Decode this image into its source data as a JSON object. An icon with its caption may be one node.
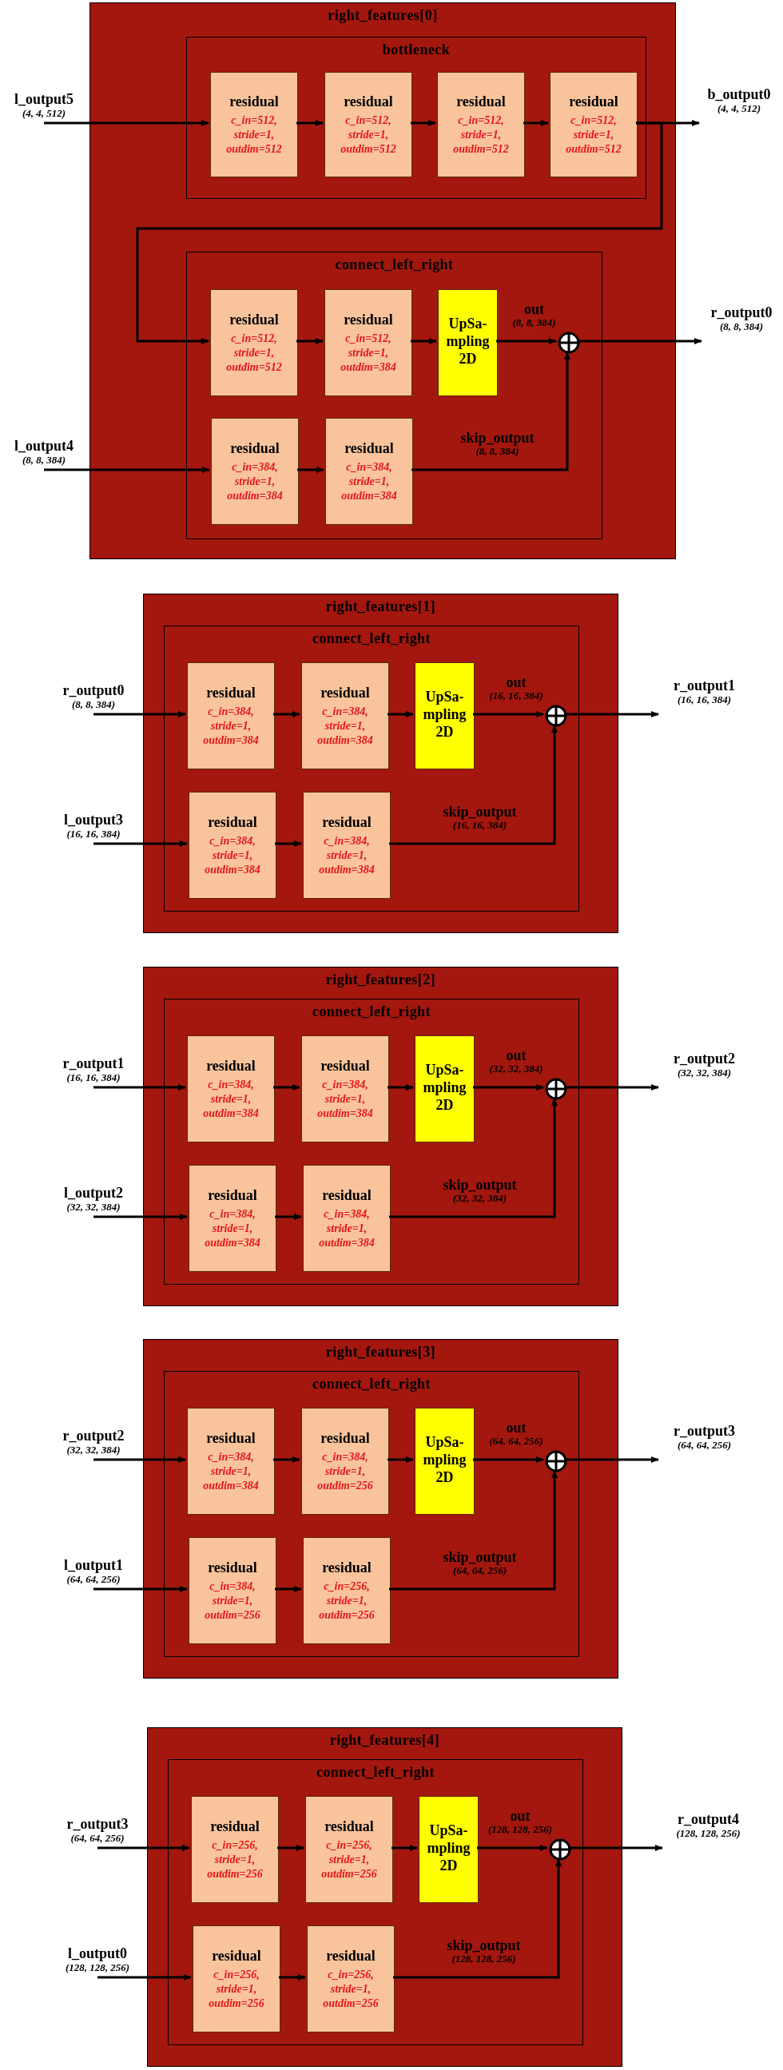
{
  "diagram": {
    "nodes": [
      {
        "text": [
          "right_features[0]"
        ]
      },
      {
        "text": [
          "bottleneck"
        ],
        "in": 0
      },
      {
        "text": [
          "residual",
          "c_in=512, stride=1, outdim=512"
        ],
        "in": 1
      },
      {
        "text": [
          "residual",
          "c_in=512, stride=1, outdim=512"
        ],
        "in": 1
      },
      {
        "text": [
          "residual",
          "c_in=512, stride=1, outdim=512"
        ],
        "in": 1
      },
      {
        "text": [
          "residual",
          "c_in=512, stride=1, outdim=512"
        ],
        "in": 1
      },
      {
        "text": [
          "connect_left_right"
        ],
        "in": 0
      },
      {
        "text": [
          "residual",
          "c_in=512, stride=1, outdim=512"
        ],
        "in": 6
      },
      {
        "text": [
          "residual",
          "c_in=512, stride=1, outdim=384"
        ],
        "in": 6
      },
      {
        "text": [
          "UpSa- mpling 2D"
        ],
        "in": 6
      },
      {
        "text": [
          "residual",
          "c_in=384, stride=1, outdim=384"
        ],
        "in": 6
      },
      {
        "text": [
          "residual",
          "c_in=384, stride=1, outdim=384"
        ],
        "in": 6
      },
      {
        "text": [],
        "shape": "circle",
        "in": 6
      },
      {
        "text": [
          "l_output5",
          "(4, 4, 512)"
        ]
      },
      {
        "text": [
          "b_output0",
          "(4, 4, 512)"
        ]
      },
      {
        "text": [
          "l_output4",
          "(8, 8, 384)"
        ]
      },
      {
        "text": [
          "r_output0",
          "(8, 8, 384)"
        ]
      },
      {
        "text": [
          "right_features[1]"
        ]
      },
      {
        "text": [
          "connect_left_right"
        ],
        "in": 17
      },
      {
        "text": [
          "residual",
          "c_in=384, stride=1, outdim=384"
        ],
        "in": 18
      },
      {
        "text": [
          "residual",
          "c_in=384, stride=1, outdim=384"
        ],
        "in": 18
      },
      {
        "text": [
          "UpSa- mpling 2D"
        ],
        "in": 18
      },
      {
        "text": [
          "residual",
          "c_in=384, stride=1, outdim=384"
        ],
        "in": 18
      },
      {
        "text": [
          "residual",
          "c_in=384, stride=1, outdim=384"
        ],
        "in": 18
      },
      {
        "text": [],
        "shape": "circle",
        "in": 18
      },
      {
        "text": [
          "r_output0",
          "(8, 8, 384)"
        ]
      },
      {
        "text": [
          "l_output3",
          "(16, 16, 384)"
        ]
      },
      {
        "text": [
          "r_output1",
          "(16, 16, 384)"
        ]
      },
      {
        "text": [
          "right_features[2]"
        ]
      },
      {
        "text": [
          "connect_left_right"
        ],
        "in": 28
      },
      {
        "text": [
          "residual",
          "c_in=384, stride=1, outdim=384"
        ],
        "in": 29
      },
      {
        "text": [
          "residual",
          "c_in=384, stride=1, outdim=384"
        ],
        "in": 29
      },
      {
        "text": [
          "UpSa- mpling 2D"
        ],
        "in": 29
      },
      {
        "text": [
          "residual",
          "c_in=384, stride=1, outdim=384"
        ],
        "in": 29
      },
      {
        "text": [
          "residual",
          "c_in=384, stride=1, outdim=384"
        ],
        "in": 29
      },
      {
        "text": [],
        "shape": "circle",
        "in": 29
      },
      {
        "text": [
          "r_output1",
          "(16, 16, 384)"
        ]
      },
      {
        "text": [
          "l_output2",
          "(32, 32, 384)"
        ]
      },
      {
        "text": [
          "r_output2",
          "(32, 32, 384)"
        ]
      },
      {
        "text": [
          "right_features[3]"
        ]
      },
      {
        "text": [
          "connect_left_right"
        ],
        "in": 39
      },
      {
        "text": [
          "residual",
          "c_in=384, stride=1, outdim=384"
        ],
        "in": 40
      },
      {
        "text": [
          "residual",
          "c_in=384, stride=1, outdim=256"
        ],
        "in": 40
      },
      {
        "text": [
          "UpSa- mpling 2D"
        ],
        "in": 40
      },
      {
        "text": [
          "residual",
          "c_in=384, stride=1, outdim=256"
        ],
        "in": 40
      },
      {
        "text": [
          "residual",
          "c_in=256, stride=1, outdim=256"
        ],
        "in": 40
      },
      {
        "text": [],
        "shape": "circle",
        "in": 40
      },
      {
        "text": [
          "r_output2",
          "(32, 32, 384)"
        ]
      },
      {
        "text": [
          "l_output1",
          "(64, 64, 256)"
        ]
      },
      {
        "text": [
          "r_output3",
          "(64, 64, 256)"
        ]
      },
      {
        "text": [
          "right_features[4]"
        ]
      },
      {
        "text": [
          "connect_left_right"
        ],
        "in": 50
      },
      {
        "text": [
          "residual",
          "c_in=256, stride=1, outdim=256"
        ],
        "in": 51
      },
      {
        "text": [
          "residual",
          "c_in=256, stride=1, outdim=256"
        ],
        "in": 51
      },
      {
        "text": [
          "UpSa- mpling 2D"
        ],
        "in": 51
      },
      {
        "text": [
          "residual",
          "c_in=256, stride=1, outdim=256"
        ],
        "in": 51
      },
      {
        "text": [
          "residual",
          "c_in=256, stride=1, outdim=256"
        ],
        "in": 51
      },
      {
        "text": [],
        "shape": "circle",
        "in": 51
      },
      {
        "text": [
          "r_output3",
          "(64, 64, 256)"
        ]
      },
      {
        "text": [
          "l_output0",
          "(128, 128, 256)"
        ]
      },
      {
        "text": [
          "r_output4",
          "(128, 128, 256)"
        ]
      }
    ],
    "edges": [
      {
        "from": 13,
        "to": 2,
        "arrow": "to"
      },
      {
        "from": 2,
        "to": 3,
        "arrow": "to"
      },
      {
        "from": 3,
        "to": 4,
        "arrow": "to"
      },
      {
        "from": 4,
        "to": 5,
        "arrow": "to"
      },
      {
        "from": 5,
        "to": 14,
        "arrow": "to"
      },
      {
        "from": 5,
        "to": 7,
        "arrow": "to"
      },
      {
        "from": 7,
        "to": 8,
        "arrow": "to"
      },
      {
        "from": 8,
        "to": 9,
        "arrow": "to"
      },
      {
        "from": 9,
        "to": 12,
        "arrow": "to",
        "label": "out (8, 8, 384)"
      },
      {
        "from": 15,
        "to": 10,
        "arrow": "to"
      },
      {
        "from": 10,
        "to": 11,
        "arrow": "to"
      },
      {
        "from": 11,
        "to": 12,
        "arrow": "to",
        "label": "skip_output (8, 8, 384)"
      },
      {
        "from": 12,
        "to": 16,
        "arrow": "to"
      },
      {
        "from": 25,
        "to": 19,
        "arrow": "to"
      },
      {
        "from": 19,
        "to": 20,
        "arrow": "to"
      },
      {
        "from": 20,
        "to": 21,
        "arrow": "to"
      },
      {
        "from": 21,
        "to": 24,
        "arrow": "to",
        "label": "out (16, 16, 384)"
      },
      {
        "from": 26,
        "to": 22,
        "arrow": "to"
      },
      {
        "from": 22,
        "to": 23,
        "arrow": "to"
      },
      {
        "from": 23,
        "to": 24,
        "arrow": "to",
        "label": "skip_output (16, 16, 384)"
      },
      {
        "from": 24,
        "to": 27,
        "arrow": "to"
      },
      {
        "from": 36,
        "to": 30,
        "arrow": "to"
      },
      {
        "from": 30,
        "to": 31,
        "arrow": "to"
      },
      {
        "from": 31,
        "to": 32,
        "arrow": "to"
      },
      {
        "from": 32,
        "to": 35,
        "arrow": "to",
        "label": "out (32, 32, 384)"
      },
      {
        "from": 37,
        "to": 33,
        "arrow": "to"
      },
      {
        "from": 33,
        "to": 34,
        "arrow": "to"
      },
      {
        "from": 34,
        "to": 35,
        "arrow": "to",
        "label": "skip_output (32, 32, 384)"
      },
      {
        "from": 35,
        "to": 38,
        "arrow": "to"
      },
      {
        "from": 47,
        "to": 41,
        "arrow": "to"
      },
      {
        "from": 41,
        "to": 42,
        "arrow": "to"
      },
      {
        "from": 42,
        "to": 43,
        "arrow": "to"
      },
      {
        "from": 43,
        "to": 46,
        "arrow": "to",
        "label": "out (64, 64, 256)"
      },
      {
        "from": 48,
        "to": 44,
        "arrow": "to"
      },
      {
        "from": 44,
        "to": 45,
        "arrow": "to"
      },
      {
        "from": 45,
        "to": 46,
        "arrow": "to",
        "label": "skip_output (64, 64, 256)"
      },
      {
        "from": 46,
        "to": 49,
        "arrow": "to"
      },
      {
        "from": 58,
        "to": 52,
        "arrow": "to"
      },
      {
        "from": 52,
        "to": 53,
        "arrow": "to"
      },
      {
        "from": 53,
        "to": 54,
        "arrow": "to"
      },
      {
        "from": 54,
        "to": 57,
        "arrow": "to",
        "label": "out (128, 128, 256)"
      },
      {
        "from": 59,
        "to": 55,
        "arrow": "to"
      },
      {
        "from": 55,
        "to": 56,
        "arrow": "to"
      },
      {
        "from": 56,
        "to": 57,
        "arrow": "to",
        "label": "skip_output (128, 128, 256)"
      },
      {
        "from": 57,
        "to": 60,
        "arrow": "to"
      }
    ]
  }
}
